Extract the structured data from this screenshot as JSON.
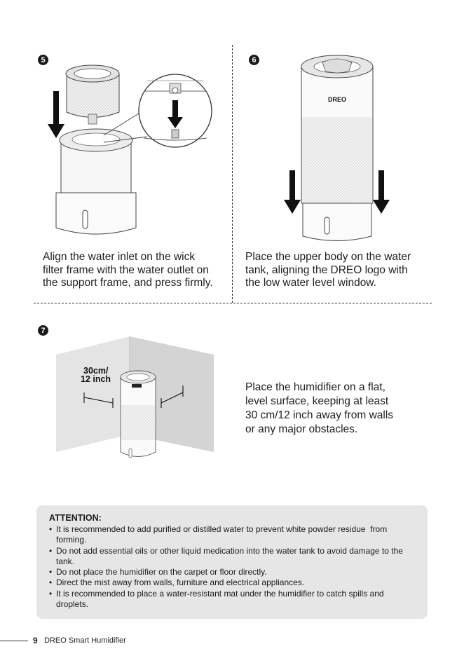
{
  "steps": [
    {
      "number": "5",
      "caption_lines": [
        "Align the water inlet on the wick",
        "filter frame with the water outlet on",
        "the support frame, and press firmly."
      ]
    },
    {
      "number": "6",
      "logo_text": "DREO",
      "caption_lines": [
        "Place the upper body on the water",
        "tank, aligning the DREO logo with",
        "the low water level window."
      ]
    },
    {
      "number": "7",
      "distance_label": [
        "30cm/",
        "12 inch"
      ],
      "caption_lines": [
        "Place the humidifier on a flat,",
        "level surface, keeping at least",
        "30 cm/12 inch away from walls",
        "or any major obstacles."
      ]
    }
  ],
  "attention": {
    "title": "ATTENTION:",
    "items": [
      "It is recommended to add purified or distilled water to prevent white powder residue  from forming.",
      "Do not add essential oils or other liquid medication into the water tank to avoid damage to the tank.",
      "Do not place the humidifier on the carpet or floor directly.",
      "Direct the mist away from walls, furniture and electrical appliances.",
      "It is recommended to place a water-resistant mat under the humidifier to catch spills and droplets."
    ]
  },
  "footer": {
    "page_number": "9",
    "doc_title": "DREO Smart Humidifier"
  }
}
